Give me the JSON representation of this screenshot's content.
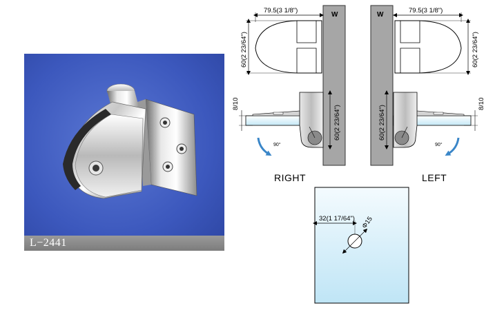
{
  "product": {
    "model_code": "L−2441"
  },
  "drawings": {
    "right": {
      "width_dim": "79.5(3 1/8\")",
      "height_dim": "60(2 23/64\")",
      "height_dim_lower": "60(2 23/64\")",
      "glass_thickness": "8/10",
      "wall_label": "W",
      "rotation": "90°",
      "side_label": "RIGHT"
    },
    "left": {
      "width_dim": "79.5(3 1/8\")",
      "height_dim": "60(2 23/64\")",
      "height_dim_lower": "60(2 23/64\")",
      "glass_thickness": "8/10",
      "wall_label": "W",
      "rotation": "90°",
      "side_label": "LEFT"
    },
    "glass_panel": {
      "hole_offset": "32(1 17/64\")",
      "hole_diameter": "Φ15"
    }
  },
  "colors": {
    "photo_bg": "#3b55b8",
    "wall": "#a6a6a6",
    "glass": "#bfe6f5",
    "arrow": "#3a86c8"
  }
}
